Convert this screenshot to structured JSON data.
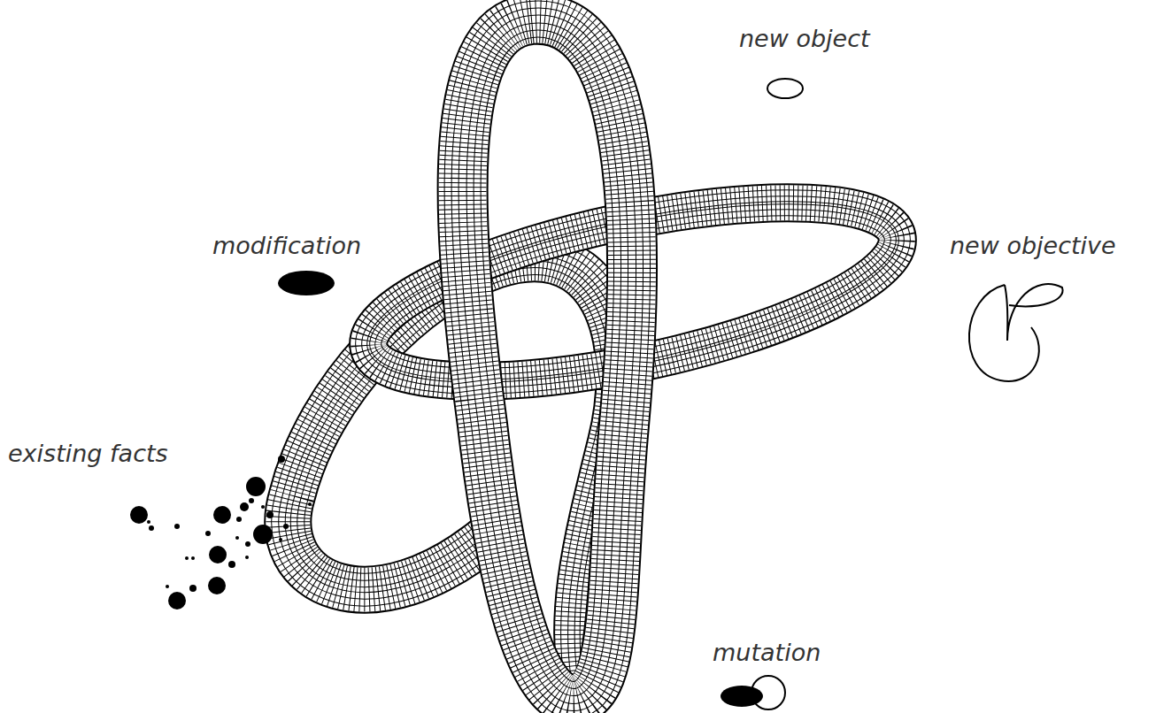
{
  "diagram": {
    "labels": [
      "new object",
      "modification",
      "new objective",
      "existing facts",
      "mutation"
    ]
  }
}
